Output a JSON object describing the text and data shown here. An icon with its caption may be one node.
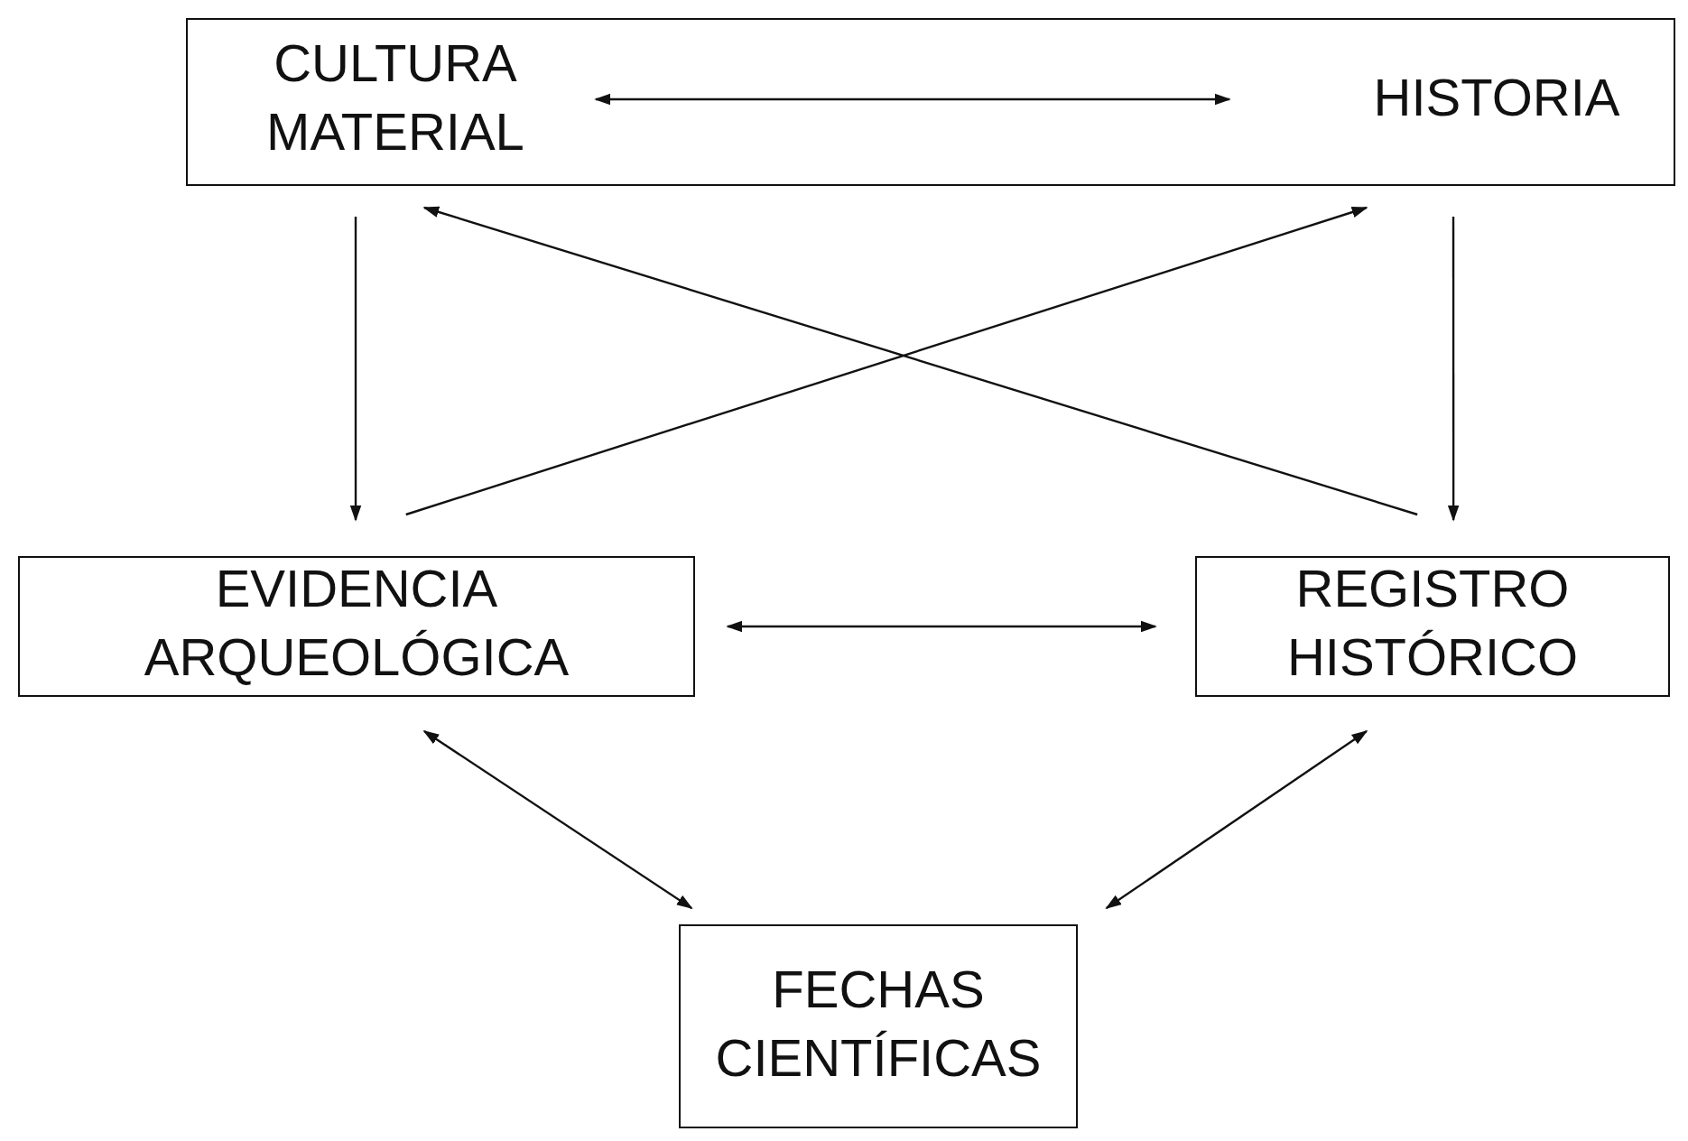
{
  "diagram": {
    "nodes": [
      {
        "text": [],
        "shape": "box"
      },
      {
        "text": [
          "CULTURA MATERIAL"
        ],
        "in": 0
      },
      {
        "text": [
          "HISTORIA"
        ],
        "in": 0
      },
      {
        "text": [
          "EVIDENCIA ARQUEOLÓGICA"
        ]
      },
      {
        "text": [
          "REGISTRO HISTÓRICO"
        ]
      },
      {
        "text": [
          "FECHAS CIENTÍFICAS"
        ]
      }
    ],
    "edges": [
      {
        "from": 1,
        "to": 2,
        "arrow": "both"
      },
      {
        "from": 1,
        "to": 3,
        "arrow": "to"
      },
      {
        "from": 3,
        "to": 2,
        "arrow": "to"
      },
      {
        "from": 4,
        "to": 1,
        "arrow": "to"
      },
      {
        "from": 2,
        "to": 4,
        "arrow": "to"
      },
      {
        "from": 3,
        "to": 4,
        "arrow": "both"
      },
      {
        "from": 3,
        "to": 5,
        "arrow": "both"
      },
      {
        "from": 4,
        "to": 5,
        "arrow": "both"
      }
    ]
  }
}
